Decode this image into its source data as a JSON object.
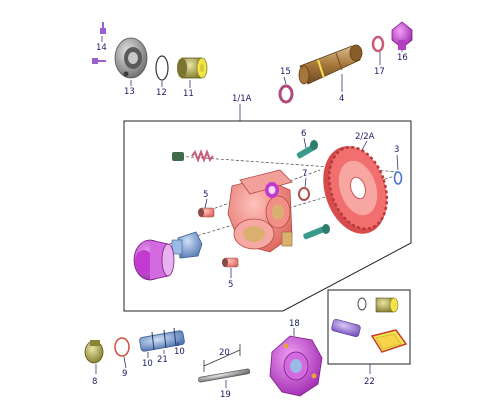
{
  "callouts": {
    "c1": "1/1A",
    "c2": "2/2A",
    "c3": "3",
    "c4": "4",
    "c5a": "5",
    "c5b": "5",
    "c6": "6",
    "c7": "7",
    "c8": "8",
    "c9": "9",
    "c10a": "10",
    "c10b": "10",
    "c11": "11",
    "c12": "12",
    "c13": "13",
    "c14": "14",
    "c15": "15",
    "c16": "16",
    "c17": "17",
    "c18": "18",
    "c19": "19",
    "c20": "20",
    "c21": "21",
    "c22": "22"
  },
  "colors": {
    "pump_body": "#f08a84",
    "gear": "#f26f6f",
    "magenta": "#c23ad0",
    "olive": "#b9b260",
    "blue": "#7fa6d8",
    "green": "#3a9a8a",
    "brown": "#c08a70",
    "purple": "#9a7ad8",
    "steel": "#9a9a9a",
    "yellow": "#f2e44a"
  }
}
